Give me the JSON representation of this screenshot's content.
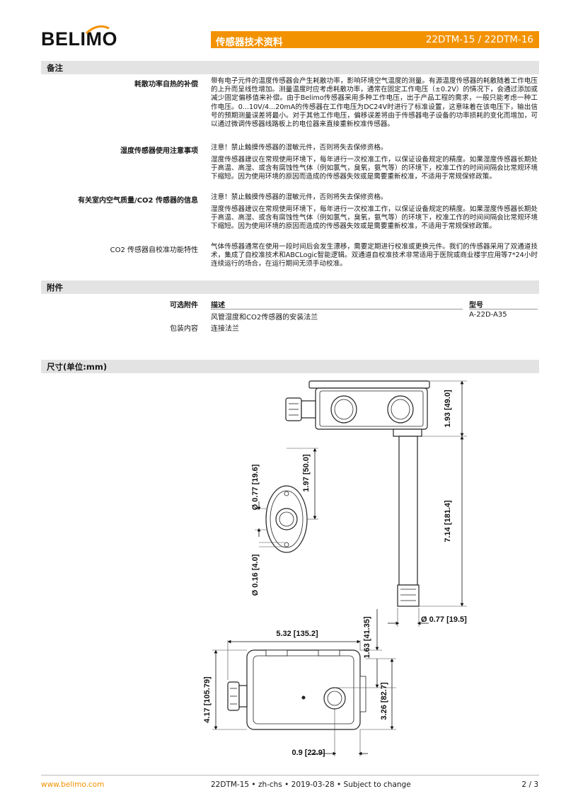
{
  "header": {
    "brand": "BELIMO",
    "doc_type": "传感器技术资料",
    "models": "22DTM-15 / 22DTM-16",
    "accent_color": "#f39200"
  },
  "notes": {
    "title": "备注",
    "rows": [
      {
        "label": "耗散功率自热的补偿",
        "text": "带有电子元件的温度传感器会产生耗散功率，影响环境空气温度的测量。有源温度传感器的耗散随着工作电压的上升而呈线性增加。测量温度时应考虑耗散功率，通常在固定工作电压（±0.2V）的情况下，会通过添加或减少固定偏移值来补偿。由于Belimo传感器采用多种工作电压，出于产品工程的需求，一般只能考虑一种工作电压。0...10V/4...20mA的传感器在工作电压为DC24V时进行了标准设置，这意味着在该电压下，输出信号的预期测量误差将最小。对于其他工作电压，偏移误差将由于传感器电子设备的功率损耗的变化而增加，可以通过微调传感器线路板上的电位器来直接重新校准传感器。"
      },
      {
        "label": "湿度传感器使用注意事项",
        "text1": "注意！禁止触摸传感器的湿敏元件，否则将失去保修资格。",
        "text2": "湿度传感器建议在常规使用环境下，每年进行一次校准工作，以保证设备规定的精度。如果湿度传感器长期处于高温、高湿、或含有腐蚀性气体（例如氯气，臭氧，氨气等）的环境下，校准工作的时间间隔会比常规环境下缩短。因为使用环境的原因而造成的传感器失效或是需要重新校准，不适用于常规保修政策。"
      },
      {
        "label": "有关室内空气质量/CO2 传感器的信息",
        "text1": "注意！禁止触摸传感器的湿敏元件，否则将失去保修资格。",
        "text2": "湿度传感器建议在常规使用环境下，每年进行一次校准工作，以保证设备规定的精度。如果湿度传感器长期处于高温、高湿、或含有腐蚀性气体（例如氯气，臭氧，氨气等）的环境下，校准工作的时间间隔会比常规环境下缩短。因为使用环境的原因而造成的传感器失效或是需要重新校准，不适用于常规保修政策。"
      },
      {
        "label": "CO2 传感器自校准功能特性",
        "text": "气体传感器通常在使用一段时间后会发生漂移，需要定期进行校准或更换元件。我们的传感器采用了双通道技术，集成了自校准技术和ABCLogic智能逻辑。双通道自校准技术非常适用于医院或商业楼宇应用等7*24小时连续运行的场合，在运行期间无须手动校准。"
      }
    ]
  },
  "accessories": {
    "title": "附件",
    "optional_label": "可选附件",
    "col_desc": "描述",
    "col_type": "型号",
    "item_desc": "风管湿度和CO2传感器的安装法兰",
    "item_type": "A-22D-A35",
    "included_label": "包装内容",
    "included_item": "连接法兰"
  },
  "dimensions": {
    "title": "尺寸(单位:mm)",
    "labels": {
      "side_height": "1.93 [49.0]",
      "probe_length": "7.14 [181.4]",
      "probe_dia": "Ø 0.77 [19.5]",
      "flange_hole": "Ø 0.77 [19.6]",
      "flange_height": "1.97 [50.0]",
      "flange_screw": "Ø 0.16 [4.0]",
      "front_width": "5.32 [135.2]",
      "front_top": "1.63 [41.35]",
      "front_height": "4.17 [105.79]",
      "front_half": "3.26 [82.7]",
      "front_offset": "0.9 [22.9]"
    }
  },
  "footer": {
    "url": "www.belimo.com",
    "info": "22DTM-15 • zh-chs • 2019-03-28 • Subject to change",
    "page": "2 / 3"
  }
}
